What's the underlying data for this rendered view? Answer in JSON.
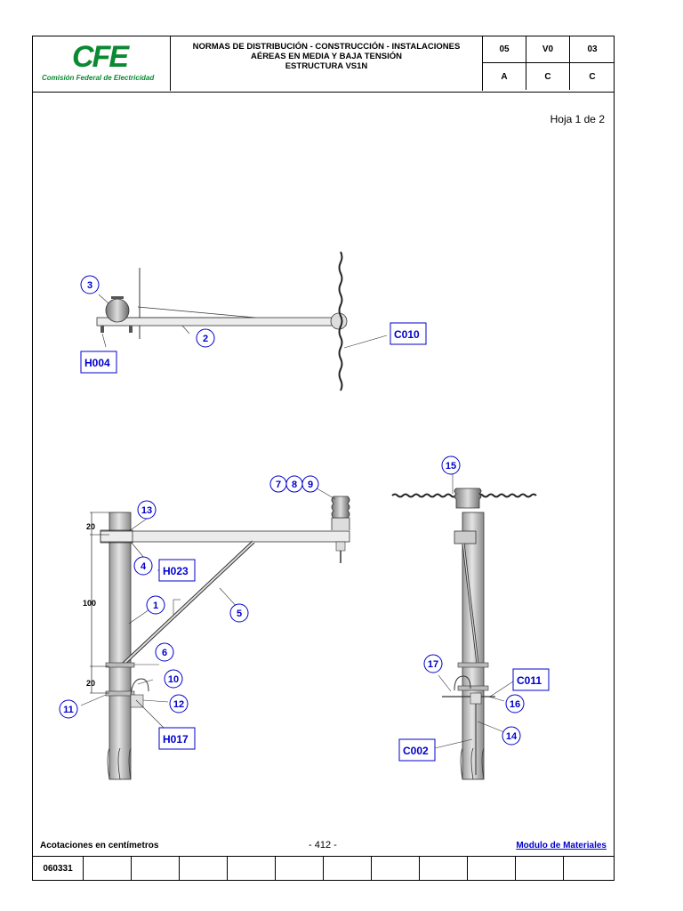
{
  "header": {
    "logo_text": "CFE",
    "logo_sub": "Comisión Federal de Electricidad",
    "title_line1": "NORMAS DE DISTRIBUCIÓN - CONSTRUCCIÓN - INSTALACIONES",
    "title_line2": "AÉREAS EN MEDIA Y BAJA TENSIÓN",
    "title_line3": "ESTRUCTURA VS1N",
    "codes_top": [
      "05",
      "V0",
      "03"
    ],
    "codes_bottom": [
      "A",
      "C",
      "C"
    ]
  },
  "page_label": "Hoja 1 de 2",
  "labels": {
    "n1": "1",
    "n2": "2",
    "n3": "3",
    "n4": "4",
    "n5": "5",
    "n6": "6",
    "n7": "7",
    "n8": "8",
    "n9": "9",
    "n10": "10",
    "n11": "11",
    "n12": "12",
    "n13": "13",
    "n14": "14",
    "n15": "15",
    "n16": "16",
    "n17": "17",
    "h004": "H004",
    "c010": "C010",
    "h023": "H023",
    "h017": "H017",
    "c011": "C011",
    "c002": "C002"
  },
  "dimensions": {
    "d20a": "20",
    "d100": "100",
    "d20b": "20"
  },
  "footer": {
    "left": "Acotaciones en centímetros",
    "center": "- 412 -",
    "right": "Modulo de Materiales",
    "doc_number": "060331"
  },
  "colors": {
    "accent": "#0a8a32",
    "label_blue": "#0000cc"
  }
}
